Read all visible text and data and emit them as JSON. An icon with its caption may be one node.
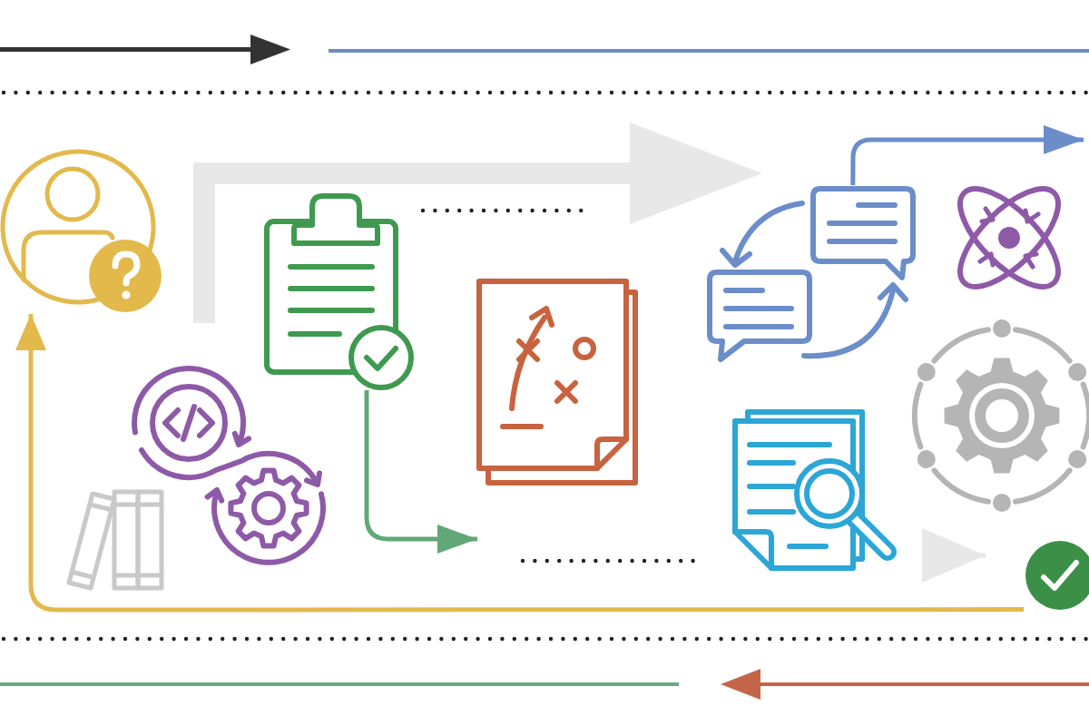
{
  "diagram": {
    "nodes": [
      {
        "text": [],
        "shape": "picture"
      },
      {
        "text": [],
        "shape": "picture"
      },
      {
        "text": [],
        "shape": "picture"
      },
      {
        "text": [],
        "shape": "picture"
      },
      {
        "text": [],
        "shape": "picture"
      },
      {
        "text": [],
        "shape": "picture"
      },
      {
        "text": [],
        "shape": "picture"
      },
      {
        "text": [],
        "shape": "picture"
      },
      {
        "text": [],
        "shape": "picture"
      },
      {
        "text": [],
        "shape": "picture"
      }
    ],
    "edges": [
      {
        "from": 0,
        "to": 3,
        "arrow": "to",
        "style": "thick",
        "color": "#e8e8e8"
      },
      {
        "from": 3,
        "to": null,
        "arrow": "to",
        "color": "#6b8dc9"
      },
      {
        "from": 1,
        "to": null,
        "arrow": "to",
        "color": "#62a877"
      },
      {
        "from": 7,
        "to": 9,
        "arrow": "to",
        "color": "#e8e8e8"
      },
      {
        "from": 9,
        "to": 0,
        "arrow": "to",
        "color": "#e3b94c"
      }
    ]
  }
}
